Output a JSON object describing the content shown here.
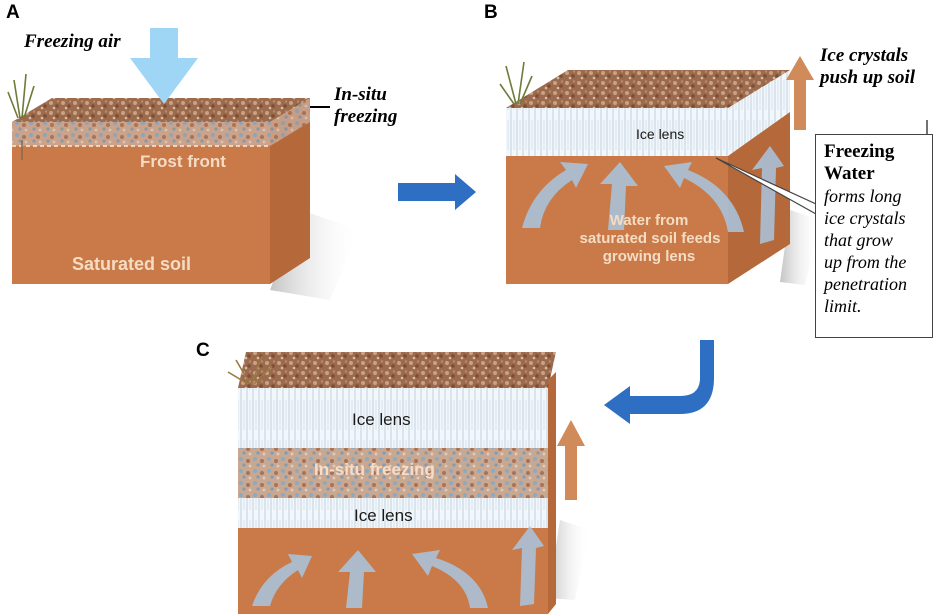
{
  "panels": {
    "a": {
      "letter": "A",
      "freezing_air": "Freezing air",
      "in_situ_line1": "In-situ",
      "in_situ_line2": "freezing",
      "frost_front": "Frost front",
      "saturated_soil": "Saturated soil"
    },
    "b": {
      "letter": "B",
      "push_line1": "Ice crystals",
      "push_line2": "push up soil",
      "ice_lens": "Ice lens",
      "water_line1": "Water from",
      "water_line2": "saturated soil feeds",
      "water_line3": "growing lens",
      "callout_title_line1": "Freezing",
      "callout_title_line2": "Water",
      "callout_body_lines": [
        "forms long",
        "ice crystals",
        "that grow",
        "up from the",
        "penetration",
        "limit."
      ]
    },
    "c": {
      "letter": "C",
      "ice_lens_top": "Ice lens",
      "in_situ": "In-situ freezing",
      "ice_lens_bottom": "Ice lens"
    }
  },
  "colors": {
    "soil_front": "#c97a48",
    "soil_side": "#b5683a",
    "ice": "#eef5fb",
    "air_arrow": "#9fd6f5",
    "flow_arrow": "#2e6fc4",
    "up_arrow": "#d18a5a"
  }
}
